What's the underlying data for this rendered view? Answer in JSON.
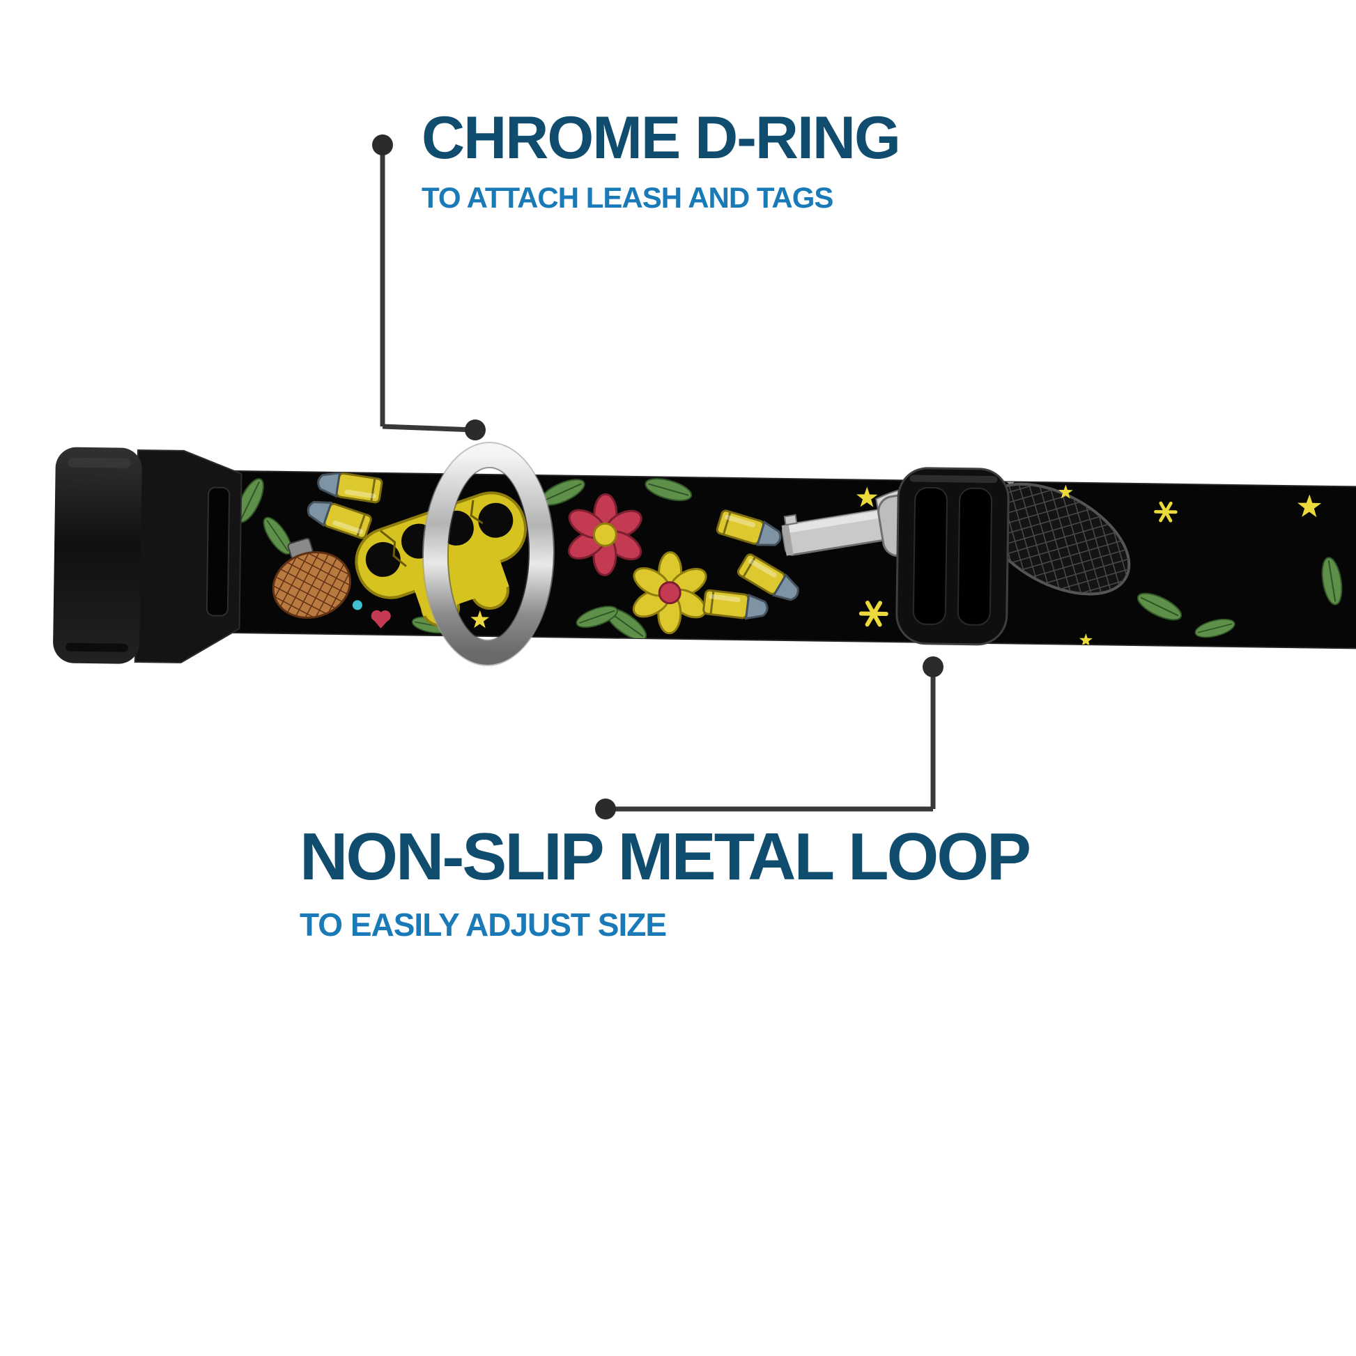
{
  "callouts": {
    "top": {
      "title": "CHROME D-RING",
      "subtitle": "TO ATTACH LEASH AND TAGS",
      "points_to": "d-ring"
    },
    "bottom": {
      "title": "NON-SLIP METAL LOOP",
      "subtitle": "TO EASILY ADJUST SIZE",
      "points_to": "metal-loop-slider"
    }
  },
  "product": {
    "webbing_motifs": [
      "bullets",
      "brass-knuckles",
      "flowers",
      "leaves",
      "grenade",
      "heart",
      "revolver",
      "stars",
      "sparkles"
    ]
  },
  "colors": {
    "title": "#0f4c6d",
    "subtitle": "#1a7ab8",
    "leader": "#383838",
    "leaderDot": "#2b2b2b",
    "strap": "#060606",
    "plasticDark": "#141414",
    "chromeLight": "#f2f2f2",
    "chromeDark": "#6f6f6f",
    "bulletBrass": "#ddc92f",
    "bulletTip": "#7e93a4",
    "knuckles": "#d6c31f",
    "flowerRed": "#c43a52",
    "flowerYellow": "#ddc82e",
    "leafGreen": "#5f9049",
    "grenadeOrange": "#b97a40",
    "starYellow": "#ecd93c",
    "gunmetal": "#c9c9c9"
  }
}
